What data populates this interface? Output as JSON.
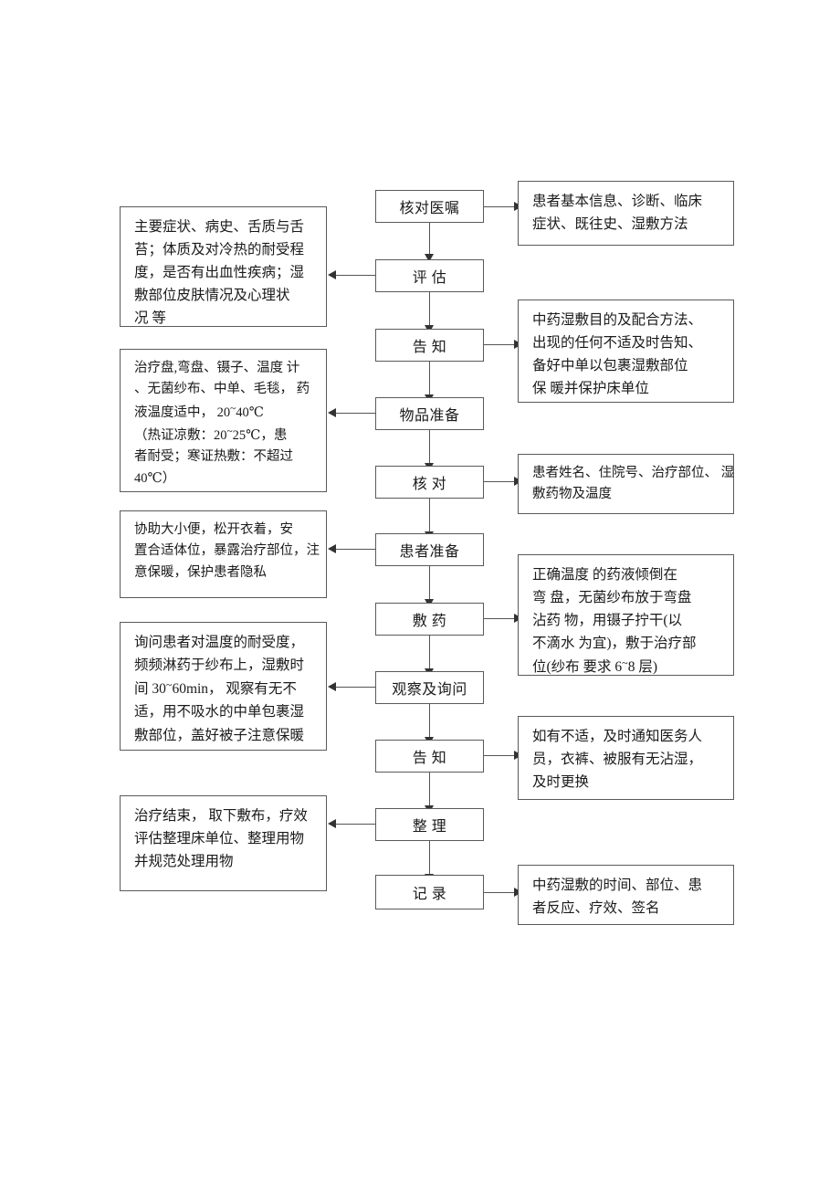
{
  "document": {
    "title": "中药湿敷操作流程图",
    "page_background": "#ffffff",
    "line_color": "#555555",
    "box_border_color": "#5a5a5a"
  },
  "chart_data": {
    "type": "flowchart",
    "orientation": "vertical-spine-with-side-notes",
    "nodes": [
      {
        "id": "n1",
        "label": "核对医嘱",
        "side": "right",
        "note": "r1"
      },
      {
        "id": "n2",
        "label": "评  估",
        "side": "left",
        "note": "l1"
      },
      {
        "id": "n3",
        "label": "告  知",
        "side": "right",
        "note": "r2"
      },
      {
        "id": "n4",
        "label": "物品准备",
        "side": "left",
        "note": "l2"
      },
      {
        "id": "n5",
        "label": "核  对",
        "side": "right",
        "note": "r3"
      },
      {
        "id": "n6",
        "label": "患者准备",
        "side": "left",
        "note": "l3"
      },
      {
        "id": "n7",
        "label": "敷  药",
        "side": "right",
        "note": "r4"
      },
      {
        "id": "n8",
        "label": "观察及询问",
        "side": "left",
        "note": "l4"
      },
      {
        "id": "n9",
        "label": "告  知",
        "side": "right",
        "note": "r5"
      },
      {
        "id": "n10",
        "label": "整  理",
        "side": "left",
        "note": "l5"
      },
      {
        "id": "n11",
        "label": "记  录",
        "side": "right",
        "note": "r6"
      }
    ],
    "edges": [
      {
        "from": "n1",
        "to": "n2"
      },
      {
        "from": "n2",
        "to": "n3"
      },
      {
        "from": "n3",
        "to": "n4"
      },
      {
        "from": "n4",
        "to": "n5"
      },
      {
        "from": "n5",
        "to": "n6"
      },
      {
        "from": "n6",
        "to": "n7"
      },
      {
        "from": "n7",
        "to": "n8"
      },
      {
        "from": "n8",
        "to": "n9"
      },
      {
        "from": "n9",
        "to": "n10"
      },
      {
        "from": "n10",
        "to": "n11"
      }
    ]
  },
  "nodes": {
    "n1": {
      "label": "核对医嘱"
    },
    "n2": {
      "label": "评  估"
    },
    "n3": {
      "label": "告  知"
    },
    "n4": {
      "label": "物品准备"
    },
    "n5": {
      "label": "核  对"
    },
    "n6": {
      "label": "患者准备"
    },
    "n7": {
      "label": "敷  药"
    },
    "n8": {
      "label": "观察及询问"
    },
    "n9": {
      "label": "告  知"
    },
    "n10": {
      "label": "整  理"
    },
    "n11": {
      "label": "记  录"
    }
  },
  "notes_right": {
    "r1": {
      "lines": [
        "患者基本信息、诊断、临床",
        "症状、既往史、湿敷方法"
      ]
    },
    "r2": {
      "lines": [
        "中药湿敷目的及配合方法、",
        "出现的任何不适及时告知、",
        "备好中单以包裹湿敷部位",
        "保 暖并保护床单位"
      ]
    },
    "r3": {
      "lines": [
        "患者姓名、住院号、治疗部位、 湿",
        "敷药物及温度"
      ]
    },
    "r4": {
      "lines": [
        "正确温度 的药液倾倒在",
        "弯 盘，无菌纱布放于弯盘",
        "沾药 物，用镊子拧干(以",
        "不滴水 为宜)，敷于治疗部",
        "位(纱布 要求 6~8 层)"
      ]
    },
    "r5": {
      "lines": [
        "如有不适，及时通知医务人",
        "员，衣裤、被服有无沾湿，",
        "及时更换"
      ]
    },
    "r6": {
      "lines": [
        "中药湿敷的时间、部位、患",
        "者反应、疗效、签名"
      ]
    }
  },
  "notes_left": {
    "l1": {
      "lines": [
        "主要症状、病史、舌质与舌",
        "苔；体质及对冷热的耐受程",
        "度，是否有出血性疾病；湿",
        "敷部位皮肤情况及心理状",
        "况  等"
      ]
    },
    "l2": {
      "lines": [
        "治疗盘,弯盘、镊子、温度 计",
        "、无菌纱布、中单、毛毯， 药",
        "液温度适中，    20~40℃",
        "（热证凉敷：20~25℃，患",
        "者耐受；寒证热敷：不超过",
        "40℃）"
      ]
    },
    "l3": {
      "lines": [
        "协助大小便，松开衣着，安",
        "置合适体位，暴露治疗部位，注",
        "意保暖，保护患者隐私"
      ]
    },
    "l4": {
      "lines": [
        "询问患者对温度的耐受度，",
        "频频淋药于纱布上，湿敷时",
        "间 30~60min， 观察有无不",
        "适，用不吸水的中单包裹湿",
        "敷部位，盖好被子注意保暖"
      ]
    },
    "l5": {
      "lines": [
        "治疗结束， 取下敷布，疗效",
        "评估整理床单位、整理用物",
        "并规范处理用物"
      ]
    }
  }
}
